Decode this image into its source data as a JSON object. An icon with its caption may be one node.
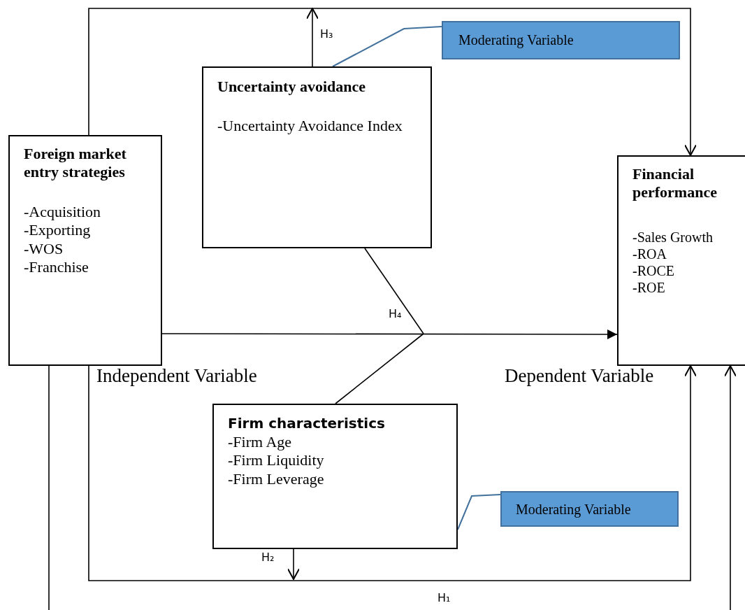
{
  "diagram": {
    "nodes": [
      {
        "text": [
          "Foreign market entry strategies",
          "-Acquisition",
          "-Exporting",
          "-WOS",
          "-Franchise"
        ]
      },
      {
        "text": [
          "Uncertainty avoidance",
          "-Uncertainty Avoidance Index"
        ]
      },
      {
        "text": [
          "Moderating Variable"
        ]
      },
      {
        "text": [
          "Financial performance",
          "-Sales Growth",
          "-ROA",
          "-ROCE",
          "-ROE"
        ]
      },
      {
        "text": [
          "Firm characteristics",
          "-Firm Age",
          "-Firm Liquidity",
          "-Firm Leverage"
        ]
      },
      {
        "text": [
          "Moderating Variable"
        ]
      }
    ],
    "edges": [
      {
        "from": 0,
        "to": 3,
        "arrow": "to"
      },
      {
        "from": 1,
        "to": null,
        "arrow": "none",
        "label": "H₄"
      },
      {
        "from": 4,
        "to": null,
        "arrow": "none"
      },
      {
        "from": 0,
        "to": 3,
        "arrow": "to"
      },
      {
        "from": 1,
        "to": null,
        "arrow": "to",
        "label": "H₃"
      },
      {
        "from": 2,
        "to": 1,
        "arrow": "none",
        "color": "#41719c"
      },
      {
        "from": 0,
        "to": 3,
        "arrow": "to",
        "label": "H₁"
      },
      {
        "from": 4,
        "to": null,
        "arrow": "to",
        "label": "H₂"
      },
      {
        "from": 0,
        "to": 3,
        "arrow": "to"
      },
      {
        "from": 5,
        "to": 4,
        "arrow": "none",
        "color": "#41719c"
      }
    ],
    "labels": [
      "Independent Variable",
      "Dependent Variable"
    ]
  }
}
